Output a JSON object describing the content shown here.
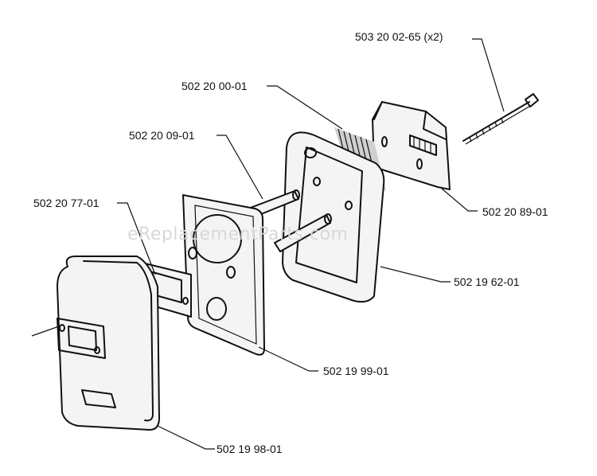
{
  "watermark": "eReplacementParts.com",
  "parts": [
    {
      "id": "screw",
      "label": "503 20 02-65 (x2)"
    },
    {
      "id": "gasket-large",
      "label": "502 20 00-01"
    },
    {
      "id": "spacer-tubes",
      "label": "502 20 09-01"
    },
    {
      "id": "gasket-small",
      "label": "502 20 77-01"
    },
    {
      "id": "heat-shield",
      "label": "502 20 89-01"
    },
    {
      "id": "muffler-body",
      "label": "502 19 62-01"
    },
    {
      "id": "cooling-plate",
      "label": "502 19 99-01"
    },
    {
      "id": "muffler-cover",
      "label": "502 19 98-01"
    }
  ]
}
